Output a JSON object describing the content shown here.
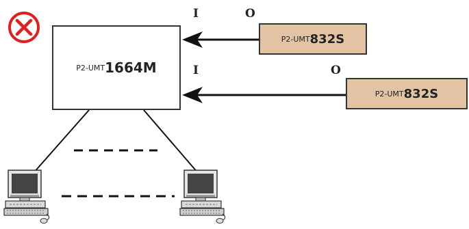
{
  "main_switch": {
    "prefix": "P2-UMT",
    "model": "1664M"
  },
  "slave_switches": [
    {
      "prefix": "P2-UMT",
      "model": "832S",
      "input_label": "I",
      "output_label": "O"
    },
    {
      "prefix": "P2-UMT",
      "model": "832S",
      "input_label": "I",
      "output_label": "O"
    }
  ],
  "colors": {
    "slave_fill": "#e2c3a4",
    "error_red": "#e02020",
    "line": "#111111"
  },
  "icons": {
    "error": "error-circle-x-icon",
    "computer": "computer-icon"
  }
}
